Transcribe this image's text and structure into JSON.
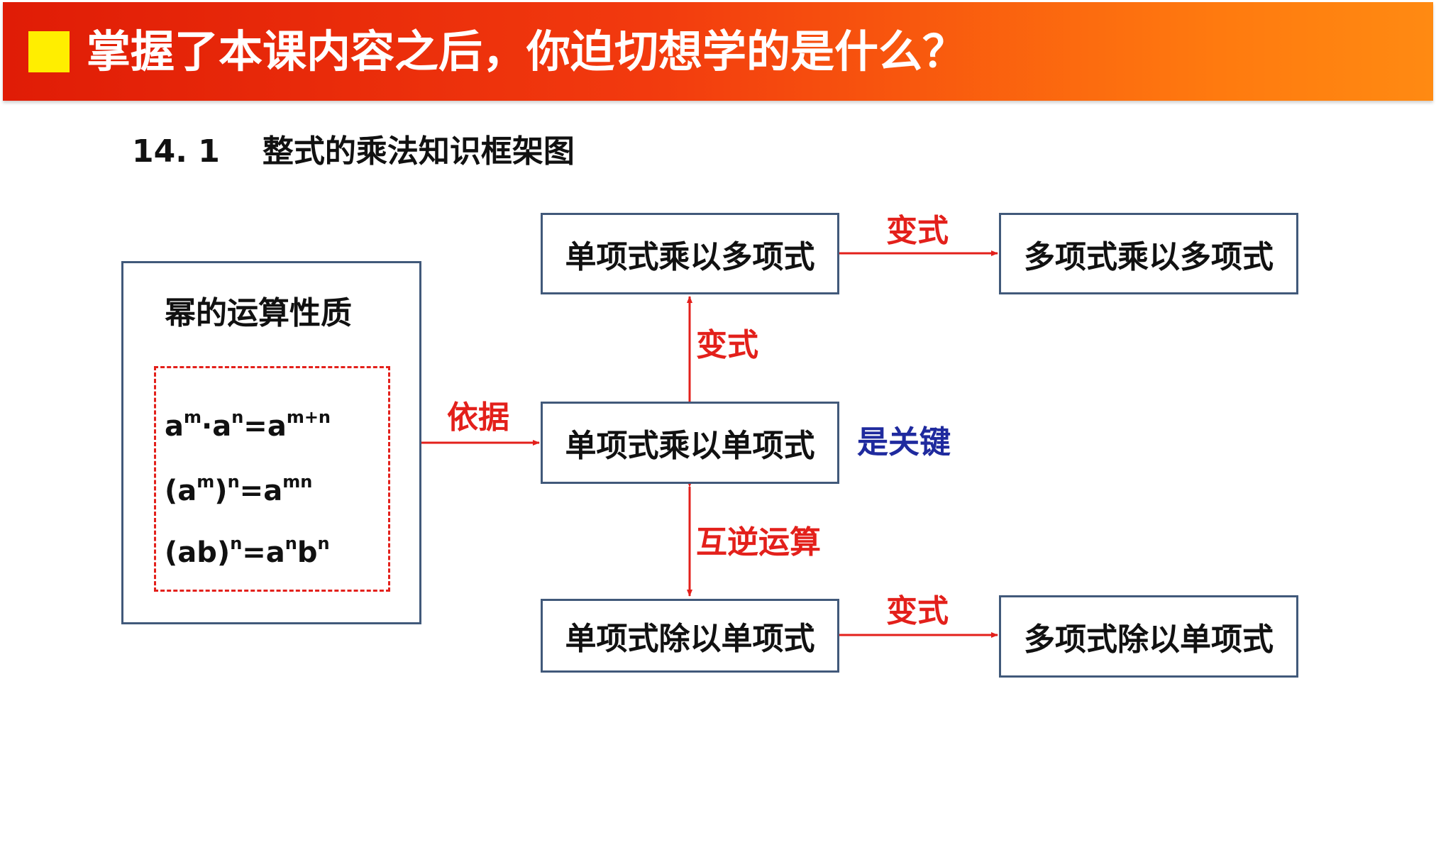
{
  "header": {
    "title": "掌握了本课内容之后，你迫切想学的是什么？",
    "colors": {
      "bar_start": "#e01c06",
      "bar_end": "#ff8a12",
      "square": "#ffee00"
    }
  },
  "subtitle": {
    "number": "14. 1",
    "text": "整式的乘法知识框架图"
  },
  "power_box": {
    "title": "幂的运算性质",
    "formulas": [
      {
        "p1": "a",
        "s1": "m",
        "p2": "·a",
        "s2": "n",
        "p3": "=a",
        "s3": "m+n",
        "p4": ""
      },
      {
        "p1": "(a",
        "s1": "m",
        "p2": ")",
        "s2": "n",
        "p3": "=a",
        "s3": "mn",
        "p4": ""
      },
      {
        "p1": "(ab)",
        "s1": "n",
        "p2": "=a",
        "s2": "n",
        "p3": "b",
        "s3": "n",
        "p4": ""
      }
    ]
  },
  "nodes": {
    "mono_times_poly": "单项式乘以多项式",
    "poly_times_poly": "多项式乘以多项式",
    "mono_times_mono": "单项式乘以单项式",
    "mono_div_mono": "单项式除以单项式",
    "poly_div_mono": "多项式除以单项式"
  },
  "labels": {
    "basis": "依据",
    "transform_top": "变式",
    "transform_mid": "变式",
    "transform_bottom": "变式",
    "inverse": "互逆运算",
    "key": "是关键"
  },
  "colors": {
    "box_border": "#41597a",
    "arrow": "#e3201b",
    "dash": "#e3201b",
    "key_text": "#1f2a9e"
  }
}
